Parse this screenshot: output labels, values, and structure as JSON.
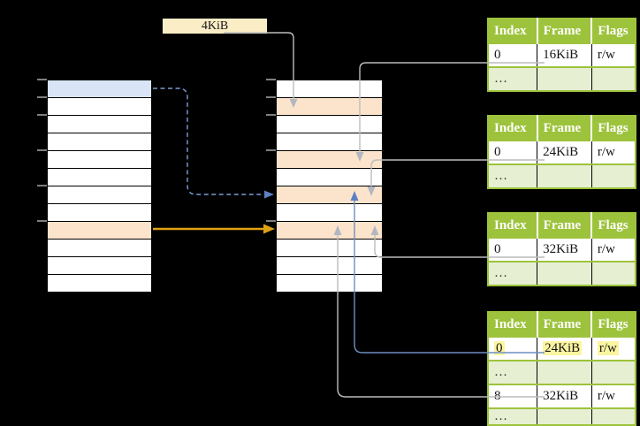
{
  "page_size_label": {
    "text": "4KiB"
  },
  "columns": {
    "left": {
      "rows": [
        "blue",
        "white",
        "white",
        "white",
        "white",
        "white",
        "white",
        "white",
        "orange",
        "white",
        "white",
        "white"
      ],
      "tick_offsets": [
        0,
        20,
        40,
        80,
        120,
        160
      ]
    },
    "middle": {
      "rows": [
        "white",
        "orange",
        "white",
        "white",
        "orange",
        "white",
        "orange",
        "white",
        "orange",
        "white",
        "white",
        "white"
      ],
      "tick_offsets": [
        0,
        20,
        40,
        80,
        160
      ]
    }
  },
  "page_tables": [
    {
      "name": "page-table-16kib",
      "headers": [
        "Index",
        "Frame",
        "Flags"
      ],
      "rows": [
        {
          "type": "data",
          "cells": [
            "0",
            "16KiB",
            "r/w"
          ]
        },
        {
          "type": "ellipsis",
          "cells": [
            "…",
            "",
            ""
          ]
        }
      ]
    },
    {
      "name": "page-table-24kib",
      "headers": [
        "Index",
        "Frame",
        "Flags"
      ],
      "rows": [
        {
          "type": "data",
          "cells": [
            "0",
            "24KiB",
            "r/w"
          ]
        },
        {
          "type": "ellipsis",
          "cells": [
            "…",
            "",
            ""
          ]
        }
      ]
    },
    {
      "name": "page-table-32kib",
      "headers": [
        "Index",
        "Frame",
        "Flags"
      ],
      "rows": [
        {
          "type": "data",
          "cells": [
            "0",
            "32KiB",
            "r/w"
          ]
        },
        {
          "type": "ellipsis",
          "cells": [
            "…",
            "",
            ""
          ]
        }
      ]
    },
    {
      "name": "page-table-level2",
      "headers": [
        "Index",
        "Frame",
        "Flags"
      ],
      "rows": [
        {
          "type": "data",
          "cells": [
            "0",
            "24KiB",
            "r/w"
          ],
          "highlighted": true
        },
        {
          "type": "ellipsis",
          "cells": [
            "…",
            "",
            ""
          ]
        },
        {
          "type": "data",
          "cells": [
            "8",
            "32KiB",
            "r/w"
          ]
        },
        {
          "type": "ellipsis",
          "cells": [
            "…",
            "",
            ""
          ]
        }
      ]
    }
  ],
  "colors": {
    "background": "#000000",
    "memory_row_blue": "#D9E5F6",
    "memory_row_orange": "#FCE4CC",
    "label_box_cream": "#FBEDC5",
    "table_header_green": "#9DC33C",
    "table_ellipsis_green": "#E7EFD2",
    "highlight_yellow": "#FCF5A0",
    "arrow_gray": "#BCBCBC",
    "arrowhead_gray": "#B2B7C1",
    "arrow_blue_solid": "#6D8EC3",
    "arrow_blue_dashed": "#7C9CD4",
    "arrow_orange": "#DFA114",
    "tick_gray": "#7F7F7F"
  }
}
